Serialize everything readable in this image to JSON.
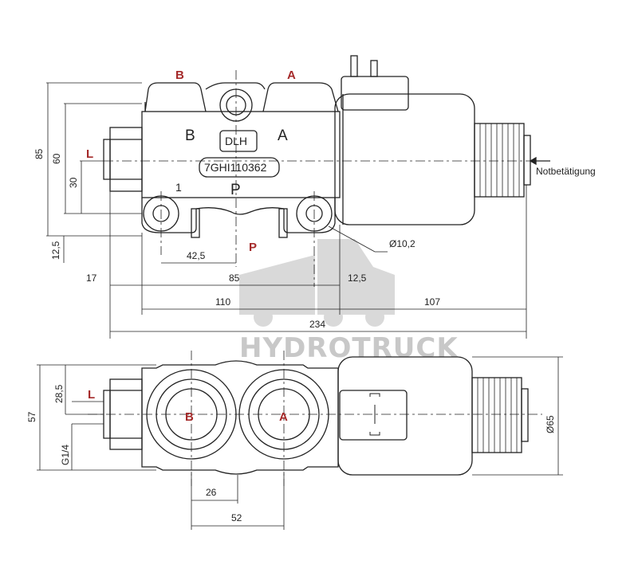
{
  "ports": {
    "B": "B",
    "A": "A",
    "L": "L",
    "P": "P",
    "body_B": "B",
    "body_A": "A",
    "body_P": "P",
    "body_1": "1"
  },
  "plate": {
    "model": "DLH",
    "code": "7GHI110362"
  },
  "actuator": {
    "label": "Notbetätigung"
  },
  "watermark": {
    "brand": "HYDROTRUCK"
  },
  "top_view_dims": {
    "h85": "85",
    "h60": "60",
    "h30": "30",
    "h12_5": "12,5",
    "w42_5": "42,5",
    "w17": "17",
    "w85": "85",
    "w12_5": "12,5",
    "w110": "110",
    "w107": "107",
    "w234": "234",
    "hole": "Ø10,2"
  },
  "side_view_dims": {
    "h57": "57",
    "h28_5": "28,5",
    "thread": "G1/4",
    "w26": "26",
    "w52": "52",
    "dia65": "Ø65"
  },
  "colors": {
    "line": "#222222",
    "port_label": "#a52a2a",
    "watermark": "#c8c8c8"
  }
}
